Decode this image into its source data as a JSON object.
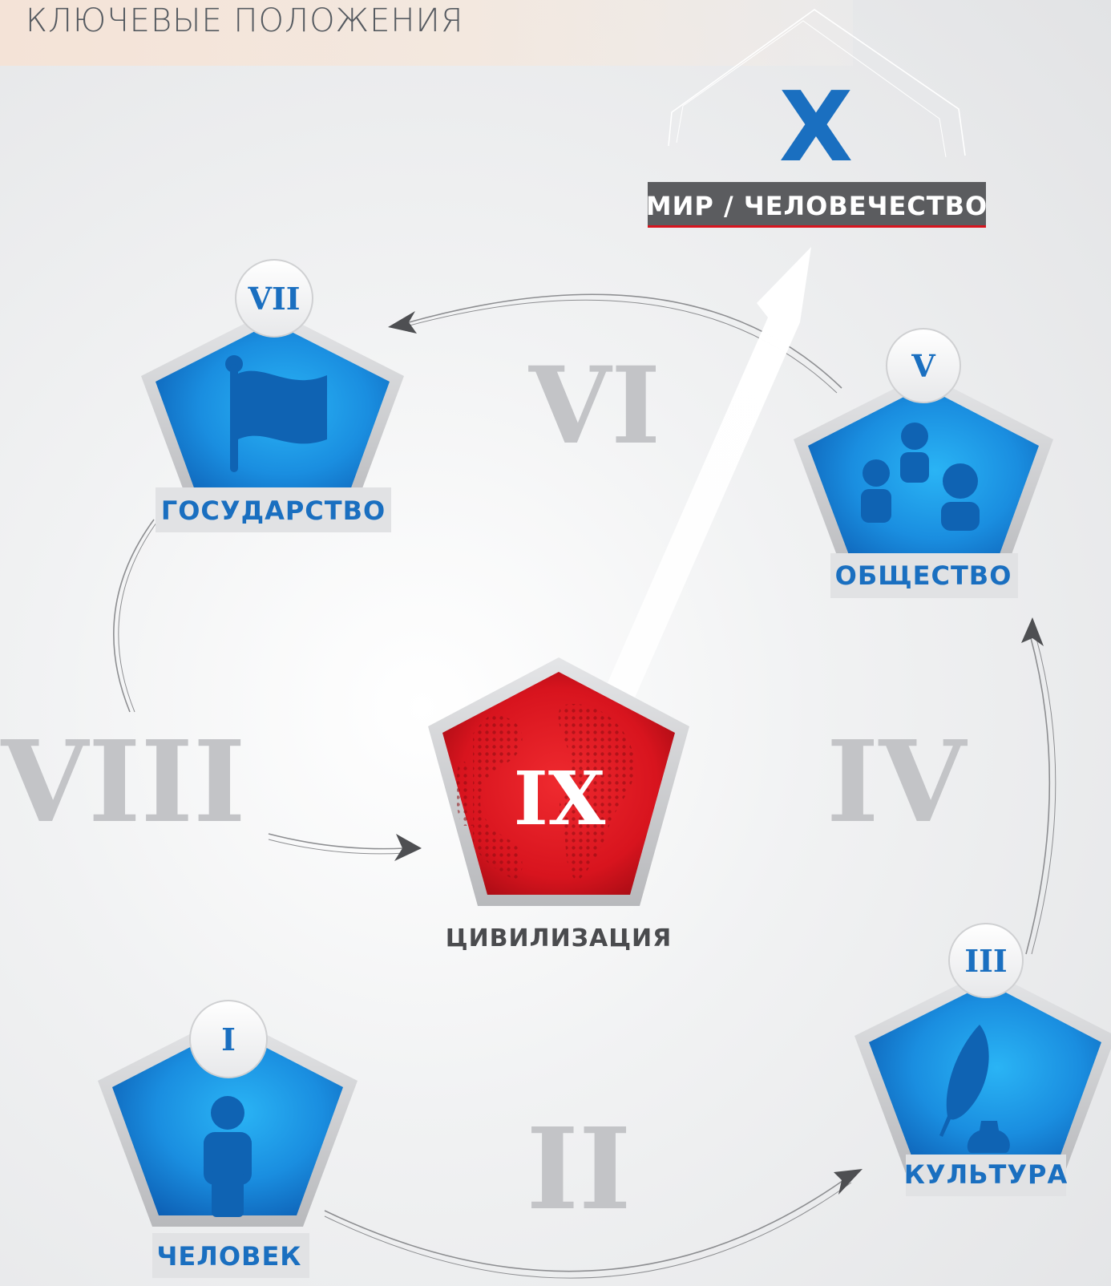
{
  "header": {
    "title": "КЛЮЧЕВЫЕ ПОЛОЖЕНИЯ"
  },
  "stages": {
    "ii": "II",
    "iv": "IV",
    "vi": "VI",
    "viii": "VIII"
  },
  "nodes": {
    "person": {
      "number": "I",
      "label": "ЧЕЛОВЕК",
      "icon": "person-icon"
    },
    "culture": {
      "number": "III",
      "label": "КУЛЬТУРА",
      "icon": "quill-inkwell-icon"
    },
    "society": {
      "number": "V",
      "label": "ОБЩЕСТВО",
      "icon": "people-group-icon"
    },
    "state": {
      "number": "VII",
      "label": "ГОСУДАРСТВО",
      "icon": "flag-icon"
    }
  },
  "center": {
    "number": "IX",
    "label": "ЦИВИЛИЗАЦИЯ",
    "icon": "globe-icon"
  },
  "top": {
    "number": "X",
    "label": "МИР / ЧЕЛОВЕЧЕСТВО"
  },
  "colors": {
    "blue": "#1a6fc0",
    "blue_light": "#22a8ee",
    "red": "#d8141e",
    "gray_roman": "#c3c4c7",
    "label_box": "#5b5c5f"
  }
}
